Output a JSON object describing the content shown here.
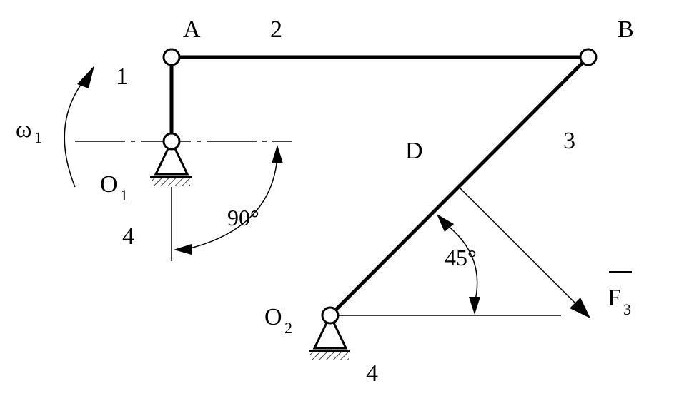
{
  "labels": {
    "A": "A",
    "B": "B",
    "D": "D",
    "link1": "1",
    "link2": "2",
    "link3": "3",
    "ground_left": "4",
    "ground_right": "4",
    "omega": "ω",
    "omega_sub": "1",
    "O1": "O",
    "O1_sub": "1",
    "O2": "O",
    "O2_sub": "2",
    "angle1": "90°",
    "angle2": "45°",
    "force": "F",
    "force_sub": "3"
  },
  "colors": {
    "ink": "#000000",
    "background": "#ffffff"
  }
}
